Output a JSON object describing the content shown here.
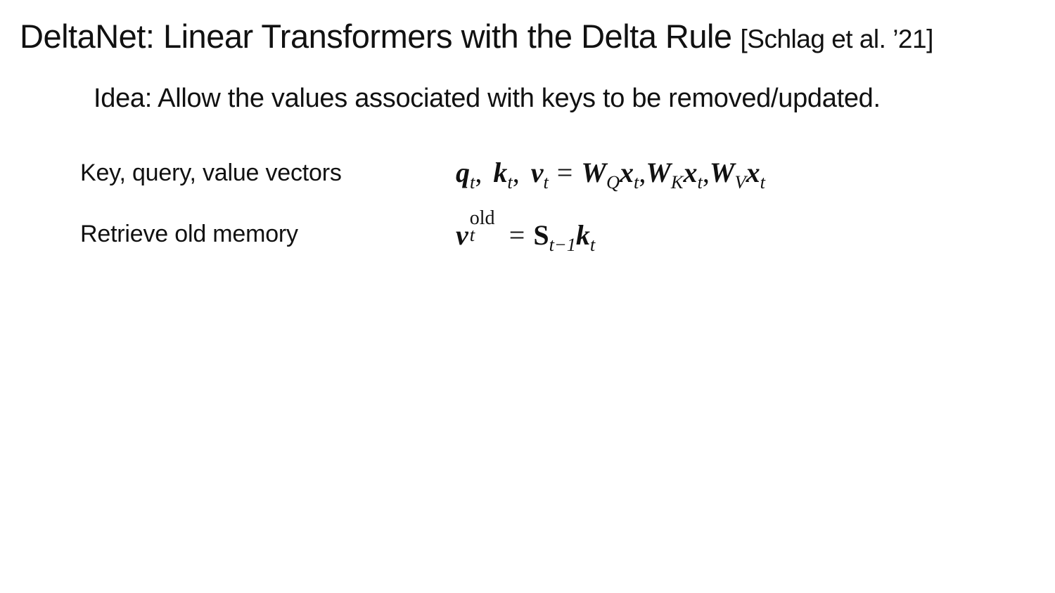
{
  "slide": {
    "title": "DeltaNet: Linear Transformers with the Delta Rule",
    "citation": "[Schlag et al. ’21]",
    "idea": "Idea: Allow the values associated with keys to be removed/updated."
  },
  "rows": [
    {
      "label": "Key, query, value vectors",
      "math": {
        "q": "q",
        "k": "k",
        "v": "v",
        "t": "t",
        "comma": ",",
        "equals": "=",
        "W": "W",
        "x": "x",
        "Q": "Q",
        "K": "K",
        "V": "V"
      }
    },
    {
      "label": "Retrieve old memory",
      "math": {
        "v": "v",
        "sup": "old",
        "t": "t",
        "equals": "=",
        "S": "S",
        "sub": "t−1",
        "k": "k"
      }
    }
  ]
}
